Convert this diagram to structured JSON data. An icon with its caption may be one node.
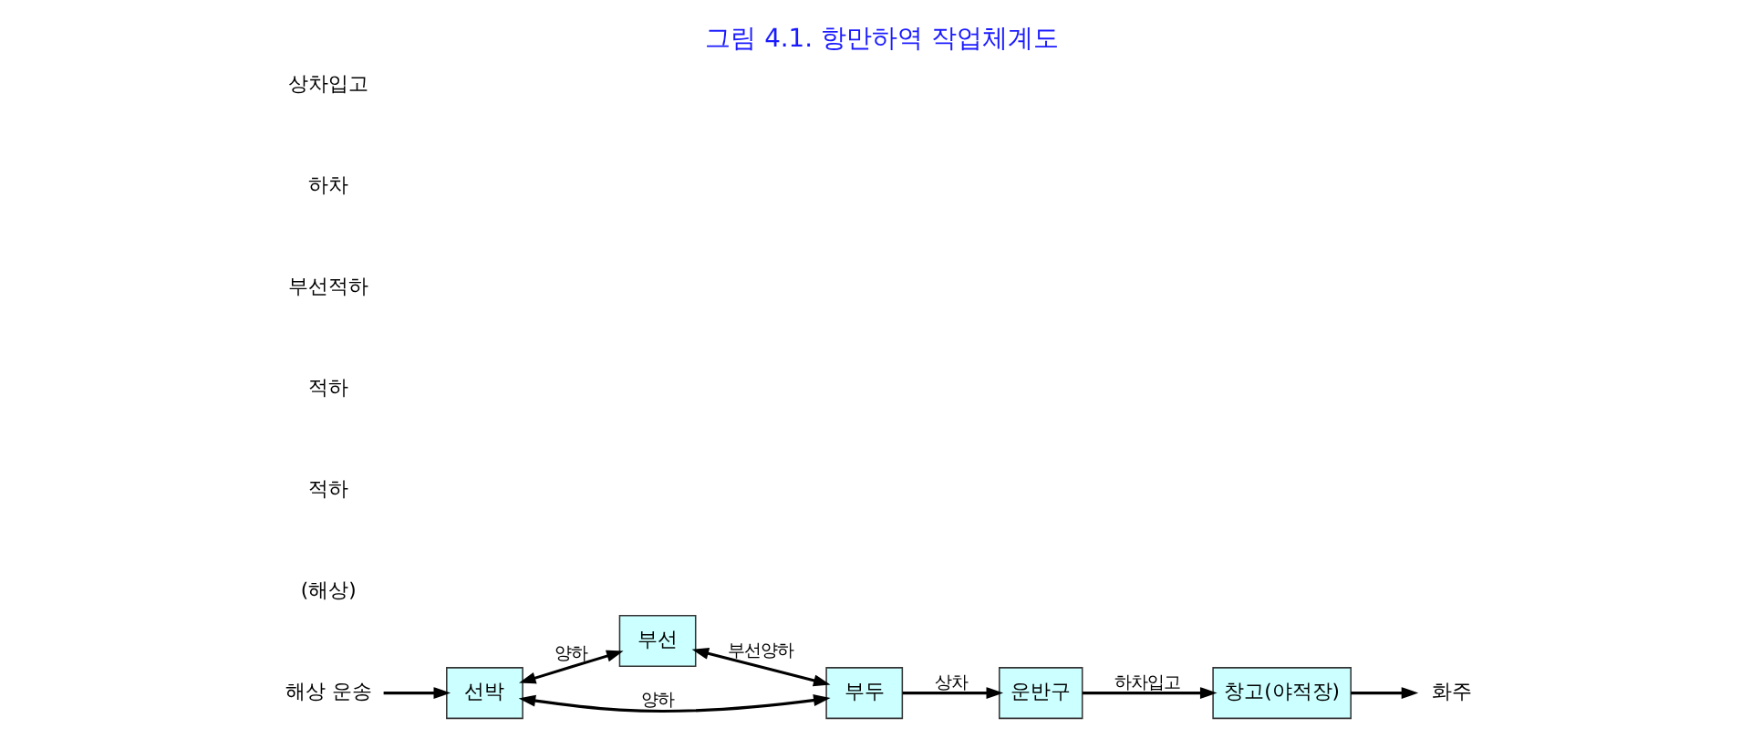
{
  "diagram": {
    "title": "그림 4.1. 항만하역 작업체계도",
    "nodes": [
      {
        "text": [
          "해상 운송"
        ]
      },
      {
        "text": [
          "선박"
        ]
      },
      {
        "text": [
          "부선"
        ]
      },
      {
        "text": [
          "부두"
        ]
      },
      {
        "text": [
          "운반구"
        ]
      },
      {
        "text": [
          "창고(야적장)"
        ]
      },
      {
        "text": [
          "화주"
        ]
      }
    ],
    "edges": [
      {
        "from": 0,
        "to": 1,
        "arrow": "to"
      },
      {
        "from": 1,
        "to": 2,
        "arrow": "both",
        "label": "양하"
      },
      {
        "from": 1,
        "to": 3,
        "arrow": "both",
        "label": "양하"
      },
      {
        "from": 2,
        "to": 3,
        "arrow": "both",
        "label": "부선양하"
      },
      {
        "from": 3,
        "to": 4,
        "arrow": "to",
        "label": "상차"
      },
      {
        "from": 4,
        "to": 5,
        "arrow": "to",
        "label": "하차입고"
      },
      {
        "from": 5,
        "to": 6,
        "arrow": "to"
      }
    ],
    "labels": [
      "(해상)",
      "적하",
      "적하",
      "부선적하",
      "하차",
      "상차입고"
    ]
  }
}
